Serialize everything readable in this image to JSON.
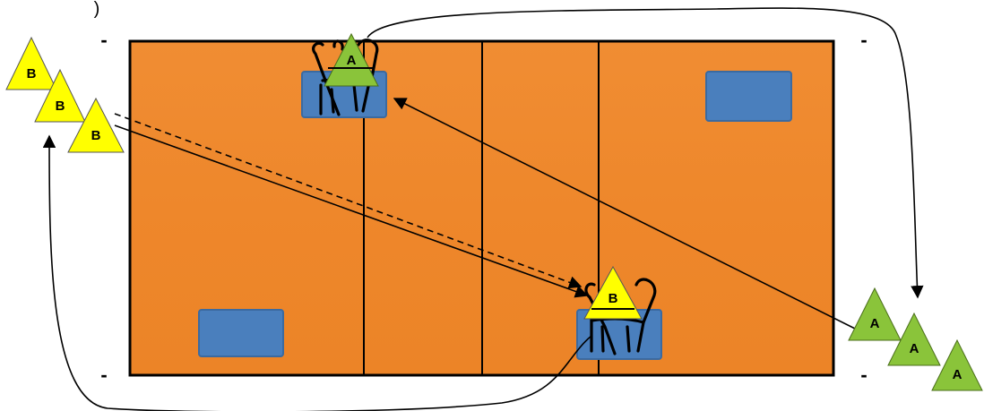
{
  "diagram": {
    "court": {
      "floor_color": "#ef8a2e",
      "floor_color_dark": "#e07a20",
      "line_color": "#000000",
      "zone_color": "#4a7fbd"
    },
    "team_a": {
      "label": "A",
      "color": "#8ac43a",
      "count_waiting": 3
    },
    "team_b": {
      "label": "B",
      "color": "#ffff00",
      "count_waiting": 3
    },
    "edge_marks": [
      "-",
      "-",
      "-",
      "-"
    ],
    "corner_marks": [
      ")"
    ],
    "arrows": [
      {
        "from": "team_b_line",
        "to": "team_b_station",
        "style": "solid"
      },
      {
        "from": "team_b_line",
        "to": "team_b_station",
        "style": "dashed"
      },
      {
        "from": "team_a_line",
        "to": "team_a_station",
        "style": "solid"
      },
      {
        "from": "team_a_station",
        "to": "team_a_line",
        "style": "curved"
      },
      {
        "from": "team_b_station",
        "to": "team_b_line",
        "style": "curved"
      }
    ]
  }
}
